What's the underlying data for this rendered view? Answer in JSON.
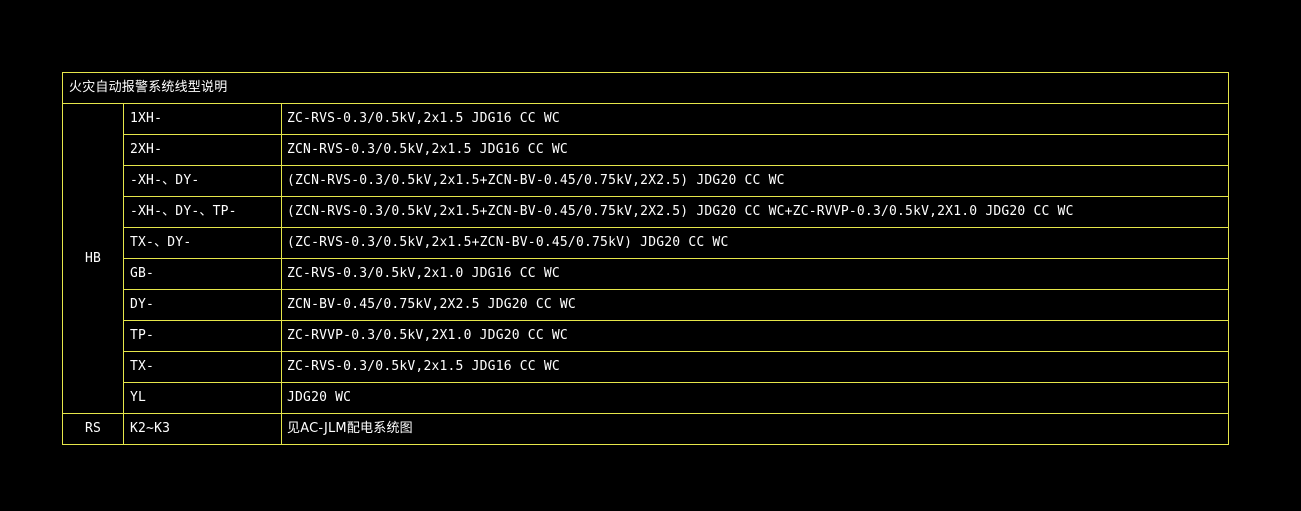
{
  "table": {
    "title": "火灾自动报警系统线型说明",
    "groups": [
      {
        "label": "HB",
        "rows": [
          {
            "code": "1XH-",
            "spec": "ZC-RVS-0.3/0.5kV,2x1.5 JDG16 CC WC"
          },
          {
            "code": "2XH-",
            "spec": "ZCN-RVS-0.3/0.5kV,2x1.5 JDG16 CC WC"
          },
          {
            "code": "-XH-、DY-",
            "spec": "(ZCN-RVS-0.3/0.5kV,2x1.5+ZCN-BV-0.45/0.75kV,2X2.5) JDG20 CC WC"
          },
          {
            "code": "-XH-、DY-、TP-",
            "spec": "(ZCN-RVS-0.3/0.5kV,2x1.5+ZCN-BV-0.45/0.75kV,2X2.5) JDG20 CC WC+ZC-RVVP-0.3/0.5kV,2X1.0 JDG20 CC WC"
          },
          {
            "code": "TX-、DY-",
            "spec": "(ZC-RVS-0.3/0.5kV,2x1.5+ZCN-BV-0.45/0.75kV) JDG20 CC WC"
          },
          {
            "code": "GB-",
            "spec": "ZC-RVS-0.3/0.5kV,2x1.0 JDG16 CC WC"
          },
          {
            "code": "DY-",
            "spec": "ZCN-BV-0.45/0.75kV,2X2.5 JDG20 CC WC"
          },
          {
            "code": "TP-",
            "spec": "ZC-RVVP-0.3/0.5kV,2X1.0 JDG20 CC WC"
          },
          {
            "code": "TX-",
            "spec": "ZC-RVS-0.3/0.5kV,2x1.5 JDG16 CC WC"
          },
          {
            "code": "YL",
            "spec": "JDG20 WC"
          }
        ]
      },
      {
        "label": "RS",
        "rows": [
          {
            "code": "K2~K3",
            "spec": " 见AC-JLM配电系统图"
          }
        ]
      }
    ]
  },
  "colors": {
    "background": "#000000",
    "grid_line": "#e6e64a",
    "text": "#ffffff"
  }
}
